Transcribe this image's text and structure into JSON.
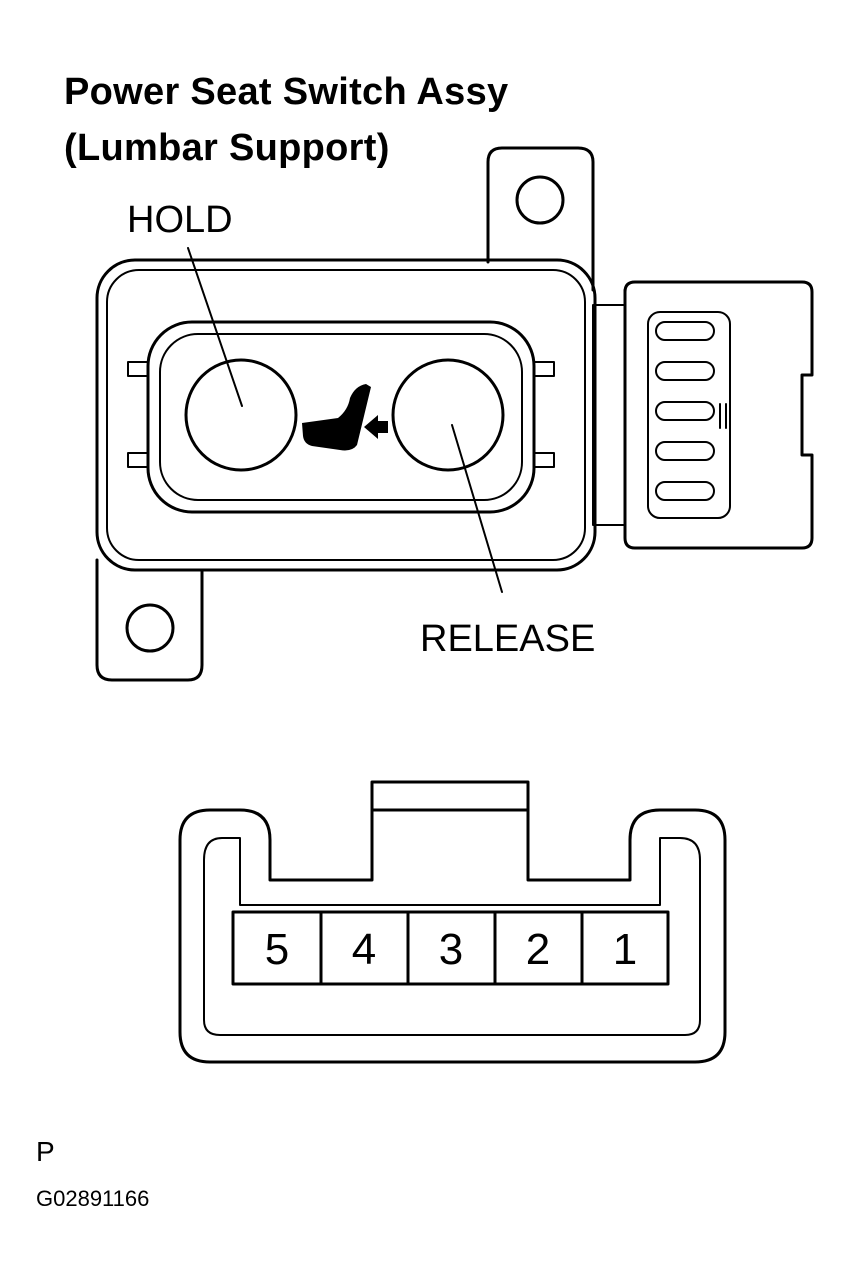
{
  "title_line1": "Power Seat Switch Assy",
  "title_line2": "(Lumbar Support)",
  "callouts": {
    "hold": "HOLD",
    "release": "RELEASE"
  },
  "connector": {
    "pins": [
      "5",
      "4",
      "3",
      "2",
      "1"
    ]
  },
  "view_code": "P",
  "figure_id": "G02891166",
  "icons": [
    "seat-lumbar-icon",
    "arrow-icon"
  ],
  "colors": {
    "line": "#000000",
    "background": "#ffffff"
  }
}
